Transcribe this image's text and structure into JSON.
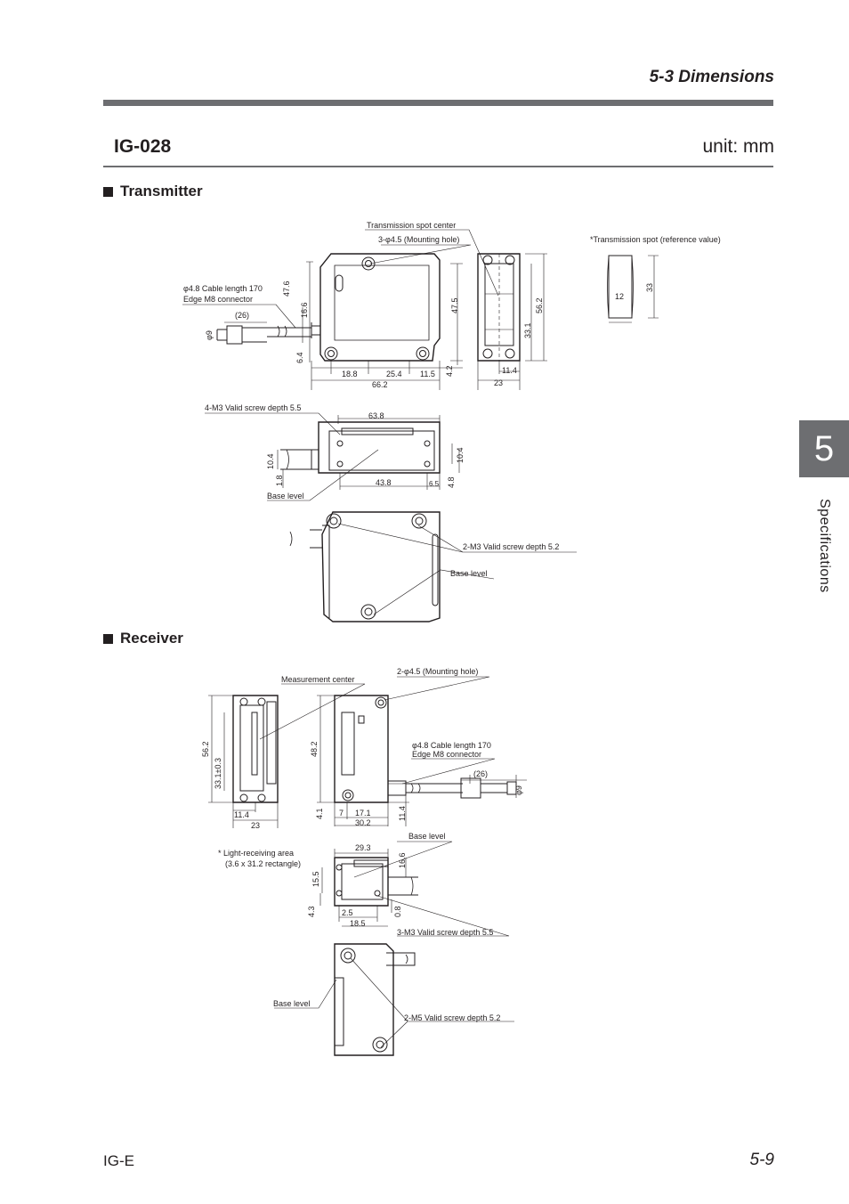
{
  "header": {
    "section_title": "5-3  Dimensions"
  },
  "model": {
    "name": "IG-028",
    "unit": "unit: mm"
  },
  "chapter_tab": {
    "number": "5",
    "label": "Specifications"
  },
  "transmitter": {
    "heading": "Transmitter",
    "labels": {
      "spot_center": "Transmission spot center",
      "mount_hole": "3-φ4.5 (Mounting hole)",
      "spot_ref": "*Transmission spot (reference value)",
      "cable_1": "φ4.8 Cable length 170",
      "cable_2": "Edge M8 connector",
      "screw_4m3": "4-M3 Valid screw depth 5.5",
      "base_level_1": "Base level",
      "screw_2m3": "2-M3 Valid screw depth 5.2",
      "base_level_2": "Base level"
    },
    "dims": {
      "d47_6": "47.6",
      "d16_6": "16.6",
      "d26": "(26)",
      "d9": "φ9",
      "d6_4": "6.4",
      "d18_8": "18.8",
      "d25_4": "25.4",
      "d11_5": "11.5",
      "d66_2": "66.2",
      "d4_2": "4.2",
      "d47_5": "47.5",
      "d33_1": "33.1",
      "d56_2": "56.2",
      "d11_4": "11.4",
      "d23": "23",
      "d12": "12",
      "d33": "33",
      "d63_8": "63.8",
      "d10_4a": "10.4",
      "d10_4b": "10.4",
      "d1_8": "1.8",
      "d43_8": "43.8",
      "d6_5": "6.5",
      "d4_8": "4.8"
    }
  },
  "receiver": {
    "heading": "Receiver",
    "labels": {
      "meas_center": "Measurement center",
      "mount_hole": "2-φ4.5 (Mounting hole)",
      "cable_1": "φ4.8 Cable length 170",
      "cable_2": "Edge M8 connector",
      "base_level_1": "Base level",
      "light_area_1": "* Light-receiving area",
      "light_area_2": "(3.6 x 31.2 rectangle)",
      "screw_3m3": "3-M3 Valid screw depth 5.5",
      "base_level_2": "Base level",
      "screw_2m5": "2-M5 Valid screw depth 5.2"
    },
    "dims": {
      "d56_2": "56.2",
      "d33_1": "33.1±0.3",
      "d11_4": "11.4",
      "d23": "23",
      "d48_2": "48.2",
      "d4_1": "4.1",
      "d7": "7",
      "d17_1": "17.1",
      "d30_2": "30.2",
      "d11_4b": "11.4",
      "d26": "(26)",
      "d9": "φ9",
      "d29_3": "29.3",
      "d16_6": "16.6",
      "d15_5": "15.5",
      "d4_3": "4.3",
      "d2_5": "2.5",
      "d0_8": "0.8",
      "d18_5": "18.5"
    }
  },
  "footer": {
    "left": "IG-E",
    "right": "5-9"
  }
}
